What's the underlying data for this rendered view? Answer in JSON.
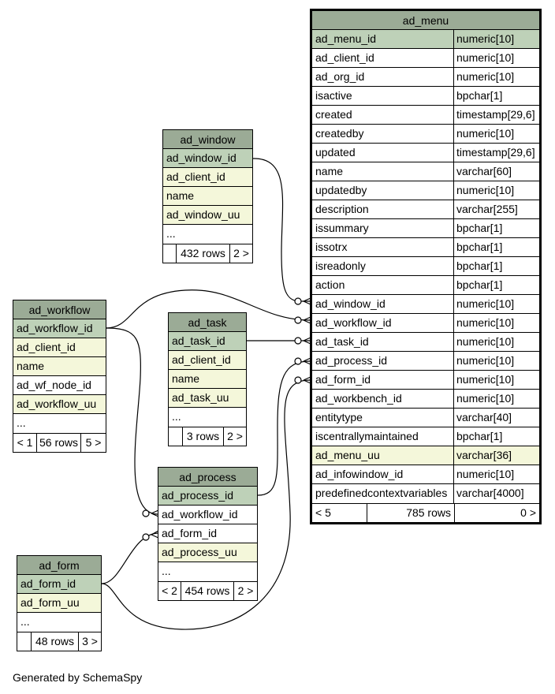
{
  "ad_menu": {
    "title": "ad_menu",
    "rows": [
      {
        "name": "ad_menu_id",
        "type": "numeric[10]",
        "kind": "pk"
      },
      {
        "name": "ad_client_id",
        "type": "numeric[10]",
        "kind": "plain"
      },
      {
        "name": "ad_org_id",
        "type": "numeric[10]",
        "kind": "plain"
      },
      {
        "name": "isactive",
        "type": "bpchar[1]",
        "kind": "plain"
      },
      {
        "name": "created",
        "type": "timestamp[29,6]",
        "kind": "plain"
      },
      {
        "name": "createdby",
        "type": "numeric[10]",
        "kind": "plain"
      },
      {
        "name": "updated",
        "type": "timestamp[29,6]",
        "kind": "plain"
      },
      {
        "name": "name",
        "type": "varchar[60]",
        "kind": "plain"
      },
      {
        "name": "updatedby",
        "type": "numeric[10]",
        "kind": "plain"
      },
      {
        "name": "description",
        "type": "varchar[255]",
        "kind": "plain"
      },
      {
        "name": "issummary",
        "type": "bpchar[1]",
        "kind": "plain"
      },
      {
        "name": "issotrx",
        "type": "bpchar[1]",
        "kind": "plain"
      },
      {
        "name": "isreadonly",
        "type": "bpchar[1]",
        "kind": "plain"
      },
      {
        "name": "action",
        "type": "bpchar[1]",
        "kind": "plain"
      },
      {
        "name": "ad_window_id",
        "type": "numeric[10]",
        "kind": "plain"
      },
      {
        "name": "ad_workflow_id",
        "type": "numeric[10]",
        "kind": "plain"
      },
      {
        "name": "ad_task_id",
        "type": "numeric[10]",
        "kind": "plain"
      },
      {
        "name": "ad_process_id",
        "type": "numeric[10]",
        "kind": "plain"
      },
      {
        "name": "ad_form_id",
        "type": "numeric[10]",
        "kind": "plain"
      },
      {
        "name": "ad_workbench_id",
        "type": "numeric[10]",
        "kind": "plain"
      },
      {
        "name": "entitytype",
        "type": "varchar[40]",
        "kind": "plain"
      },
      {
        "name": "iscentrallymaintained",
        "type": "bpchar[1]",
        "kind": "plain"
      },
      {
        "name": "ad_menu_uu",
        "type": "varchar[36]",
        "kind": "fk"
      },
      {
        "name": "ad_infowindow_id",
        "type": "numeric[10]",
        "kind": "plain"
      },
      {
        "name": "predefinedcontextvariables",
        "type": "varchar[4000]",
        "kind": "plain"
      }
    ],
    "footer": [
      "< 5",
      "785 rows",
      "0 >"
    ]
  },
  "ad_window": {
    "title": "ad_window",
    "rows": [
      {
        "name": "ad_window_id",
        "kind": "pk"
      },
      {
        "name": "ad_client_id",
        "kind": "fk"
      },
      {
        "name": "name",
        "kind": "fk"
      },
      {
        "name": "ad_window_uu",
        "kind": "fk"
      },
      {
        "name": "...",
        "kind": "plain"
      }
    ],
    "footer": [
      "",
      "432 rows",
      "2 >"
    ]
  },
  "ad_workflow": {
    "title": "ad_workflow",
    "rows": [
      {
        "name": "ad_workflow_id",
        "kind": "pk"
      },
      {
        "name": "ad_client_id",
        "kind": "fk"
      },
      {
        "name": "name",
        "kind": "fk"
      },
      {
        "name": "ad_wf_node_id",
        "kind": "plain"
      },
      {
        "name": "ad_workflow_uu",
        "kind": "fk"
      },
      {
        "name": "...",
        "kind": "plain"
      }
    ],
    "footer": [
      "< 1",
      "56 rows",
      "5 >"
    ]
  },
  "ad_task": {
    "title": "ad_task",
    "rows": [
      {
        "name": "ad_task_id",
        "kind": "pk"
      },
      {
        "name": "ad_client_id",
        "kind": "fk"
      },
      {
        "name": "name",
        "kind": "fk"
      },
      {
        "name": "ad_task_uu",
        "kind": "fk"
      },
      {
        "name": "...",
        "kind": "plain"
      }
    ],
    "footer": [
      "",
      "3 rows",
      "2 >"
    ]
  },
  "ad_process": {
    "title": "ad_process",
    "rows": [
      {
        "name": "ad_process_id",
        "kind": "pk"
      },
      {
        "name": "ad_workflow_id",
        "kind": "plain"
      },
      {
        "name": "ad_form_id",
        "kind": "plain"
      },
      {
        "name": "ad_process_uu",
        "kind": "fk"
      },
      {
        "name": "...",
        "kind": "plain"
      }
    ],
    "footer": [
      "< 2",
      "454 rows",
      "2 >"
    ]
  },
  "ad_form": {
    "title": "ad_form",
    "rows": [
      {
        "name": "ad_form_id",
        "kind": "pk"
      },
      {
        "name": "ad_form_uu",
        "kind": "fk"
      },
      {
        "name": "...",
        "kind": "plain"
      }
    ],
    "footer": [
      "",
      "48 rows",
      "3 >"
    ]
  },
  "generated_by": "Generated by SchemaSpy",
  "colors": {
    "header": "#9bab96",
    "primary_key": "#bed1b8",
    "foreign_key": "#f4f7da"
  }
}
